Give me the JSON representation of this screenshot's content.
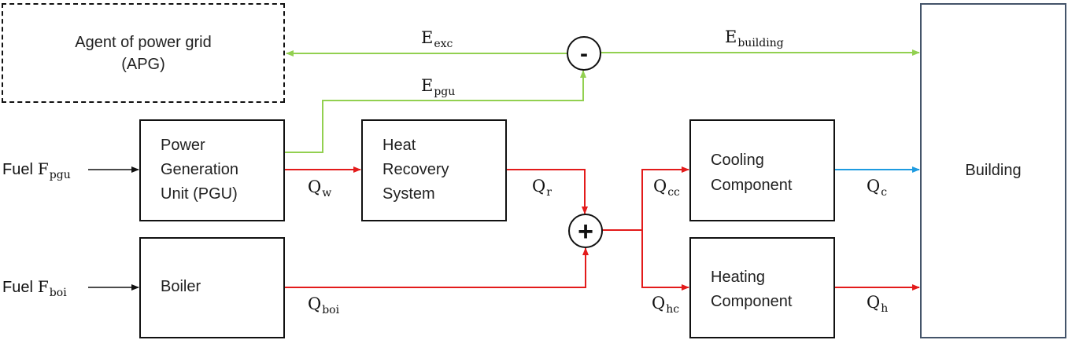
{
  "blocks": {
    "apg": {
      "line1": "Agent of power grid",
      "line2": "(APG)"
    },
    "pgu": {
      "line1": "Power",
      "line2": "Generation",
      "line3": "Unit (PGU)"
    },
    "hrs": {
      "line1": "Heat",
      "line2": "Recovery",
      "line3": "System"
    },
    "boiler": {
      "label": "Boiler"
    },
    "cooling": {
      "line1": "Cooling",
      "line2": "Component"
    },
    "heating": {
      "line1": "Heating",
      "line2": "Component"
    },
    "building": {
      "label": "Building"
    }
  },
  "operators": {
    "minus": "-",
    "plus": "+"
  },
  "inputs": {
    "fuel_pgu": {
      "prefix": "Fuel",
      "var": "F",
      "sub": "pgu"
    },
    "fuel_boi": {
      "prefix": "Fuel",
      "var": "F",
      "sub": "boi"
    }
  },
  "flows": {
    "e_exc": {
      "var": "E",
      "sub": "exc"
    },
    "e_building": {
      "var": "E",
      "sub": "building"
    },
    "e_pgu": {
      "var": "E",
      "sub": "pgu"
    },
    "q_w": {
      "var": "Q",
      "sub": "w"
    },
    "q_r": {
      "var": "Q",
      "sub": "r"
    },
    "q_cc": {
      "var": "Q",
      "sub": "cc"
    },
    "q_hc": {
      "var": "Q",
      "sub": "hc"
    },
    "q_boi": {
      "var": "Q",
      "sub": "boi"
    },
    "q_c": {
      "var": "Q",
      "sub": "c"
    },
    "q_h": {
      "var": "Q",
      "sub": "h"
    }
  },
  "colors": {
    "electric": "#92d050",
    "heat": "#e31b1b",
    "cooling": "#1e9be0",
    "black": "#111111"
  }
}
